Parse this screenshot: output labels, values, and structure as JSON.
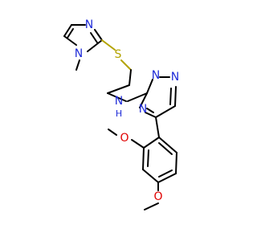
{
  "diagram": {
    "atoms": {
      "sulfur": "S",
      "imidazole_n1": "N",
      "imidazole_n3": "N",
      "amine_n": "N",
      "amine_h": "H",
      "triazine_n1": "N",
      "triazine_n2": "N",
      "triazine_n4": "N",
      "methoxy_o1": "O",
      "methoxy_o2": "O"
    },
    "colors": {
      "carbon": "#000000",
      "nitrogen": "#1e2bd8",
      "oxygen": "#e00000",
      "sulfur": "#b3a300"
    }
  }
}
